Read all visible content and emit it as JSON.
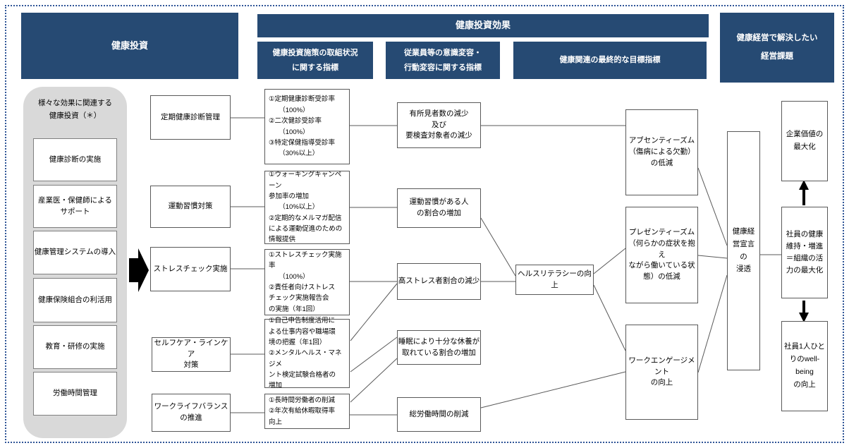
{
  "headers": {
    "investment": "健康投資",
    "effect": "健康投資効果",
    "sub_initiative_status": [
      "健康投資施策の取組状況",
      "に関する指標"
    ],
    "sub_awareness_behavior": [
      "従業員等の意識変容・",
      "行動変容に関する指標"
    ],
    "sub_final_targets": "健康関連の最終的な目標指標",
    "management_issues": [
      "健康経営で解決したい",
      "経営課題"
    ]
  },
  "investment_panel": {
    "title": [
      "様々な効果に関連する",
      "健康投資（＊）"
    ],
    "items": [
      "健康診断の実施",
      [
        "産業医・保健師による",
        "サポート"
      ],
      "健康管理システムの導入",
      "健康保険組合の利活用",
      "教育・研修の実施",
      "労働時間管理"
    ]
  },
  "programs": [
    "定期健康診断管理",
    "運動習慣対策",
    "ストレスチェック実施",
    [
      "セルフケア・ラインケア",
      "対策"
    ],
    [
      "ワークライフバランス",
      "の推進"
    ]
  ],
  "initiative_indicators": [
    [
      "①定期健康診断受診率",
      "　　（100%）",
      "②二次健診受診率",
      "　　（100%）",
      "③特定保健指導受診率",
      "　　（30%以上）"
    ],
    [
      "①ウォーキングキャンペーン",
      "参加率の増加",
      "　　（10%以上）",
      "②定期的なメルマガ配信",
      "による運動促進のための",
      "情報提供"
    ],
    [
      "①ストレスチェック実施率",
      "　　（100%）",
      "②責任者向けストレス",
      "チェック実施報告会",
      "の実施（年1回）"
    ],
    [
      "①自己申告制度活用に",
      "よる仕事内容や職場環",
      "境の把握（年1回）",
      "②メンタルヘルス・マネジメ",
      "ント検定試験合格者の",
      "増加"
    ],
    [
      "①長時間労働者の削減",
      "②年次有給休暇取得率",
      "向上"
    ]
  ],
  "behavior_outcomes": [
    [
      "有所見者数の減少",
      "及び",
      "要検査対象者の減少"
    ],
    [
      "運動習慣がある人",
      "の割合の増加"
    ],
    "高ストレス者割合の減少",
    [
      "睡眠により十分な休養が",
      "取れている割合の増加"
    ],
    "総労働時間の削減"
  ],
  "health_literacy": "ヘルスリテラシーの向上",
  "final_indicators": [
    [
      "アブセンティーズム",
      "（傷病による欠勤）",
      "の低減"
    ],
    [
      "プレゼンティーズム",
      "（何らかの症状を抱え",
      "ながら働いている状",
      "態）の低減"
    ],
    [
      "ワークエンゲージメント",
      "の向上"
    ]
  ],
  "declaration": [
    "健康経",
    "営宣言",
    "の",
    "浸透"
  ],
  "management_goals": [
    [
      "企業価値の",
      "最大化"
    ],
    [
      "社員の健康",
      "維持・増進",
      "＝組織の活",
      "力の最大化"
    ],
    [
      "社員1人ひと",
      "りのwell-",
      "being",
      "の向上"
    ]
  ],
  "colors": {
    "header_navy": "#264a73",
    "panel_gray": "#d9d9d9",
    "border_blue": "#2f5597",
    "line_gray": "#595959"
  }
}
